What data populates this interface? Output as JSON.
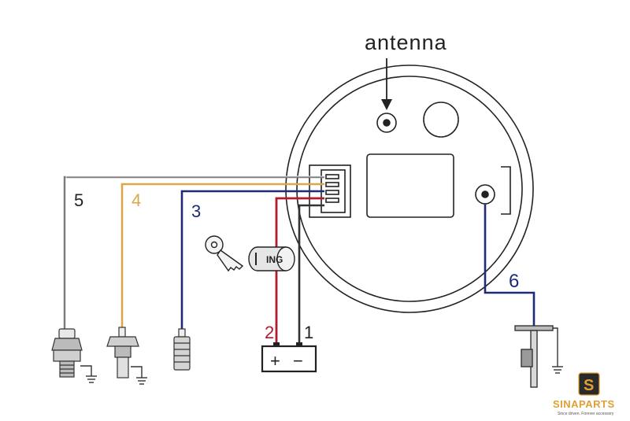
{
  "labels": {
    "antenna": "antenna",
    "wire_1": "1",
    "wire_2": "2",
    "wire_3": "3",
    "wire_4": "4",
    "wire_5": "5",
    "wire_6": "6",
    "ignition": "ING",
    "battery_plus": "+",
    "battery_minus": "−"
  },
  "brand": {
    "name": "SINAPARTS",
    "tagline": "Since driven. Forever accessory",
    "logo_letter": "S"
  },
  "colors": {
    "wire_black": "#333333",
    "wire_red": "#b01c2e",
    "wire_navy": "#1f2a78",
    "wire_gold": "#d9a84a",
    "wire_gray": "#7a7a7a",
    "outline": "#222222",
    "brand_gold": "#e0a030"
  }
}
